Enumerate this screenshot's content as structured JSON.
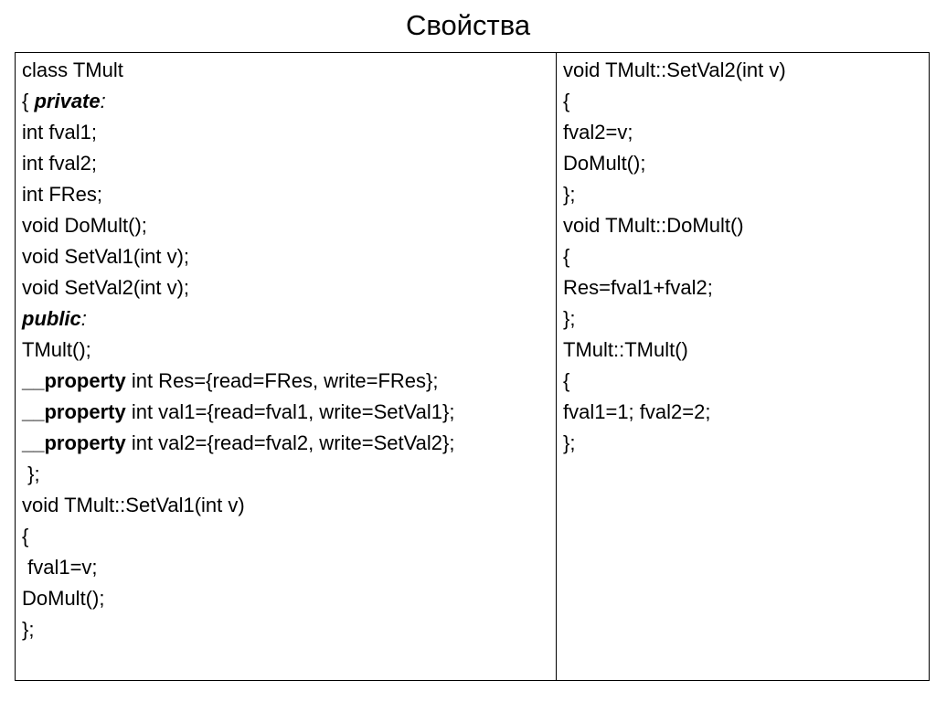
{
  "title": "Свойства",
  "left_column": {
    "line_1": "class TMult",
    "line_2": {
      "prefix": "{ ",
      "keyword": "private",
      "suffix": ":"
    },
    "line_3": "int fval1;",
    "line_4": "int fval2;",
    "line_5": "int FRes;",
    "line_6": "void DoMult();",
    "line_7": "void SetVal1(int v);",
    "line_8": "void SetVal2(int v);",
    "line_9": {
      "keyword": "public",
      "suffix": ":"
    },
    "line_10": "TMult();",
    "line_11": {
      "keyword": "__property",
      "rest": " int Res={read=FRes, write=FRes};"
    },
    "line_12": {
      "keyword": "__property",
      "rest": " int val1={read=fval1, write=SetVal1};"
    },
    "line_13": {
      "keyword": "__property",
      "rest": " int val2={read=fval2, write=SetVal2};"
    },
    "line_14": " };",
    "line_15": "void TMult::SetVal1(int v)",
    "line_16": "{",
    "line_17": " fval1=v;",
    "line_18": "DoMult();",
    "line_19": "};"
  },
  "right_column": {
    "line_1": "void TMult::SetVal2(int v)",
    "line_2": "{",
    "line_3": "fval2=v;",
    "line_4": "DoMult();",
    "line_5": "};",
    "line_6": "void TMult::DoMult()",
    "line_7": "{",
    "line_8": "Res=fval1+fval2;",
    "line_9": "};",
    "line_10": "TMult::TMult()",
    "line_11": "{",
    "line_12": "fval1=1; fval2=2;",
    "line_13": "};"
  }
}
